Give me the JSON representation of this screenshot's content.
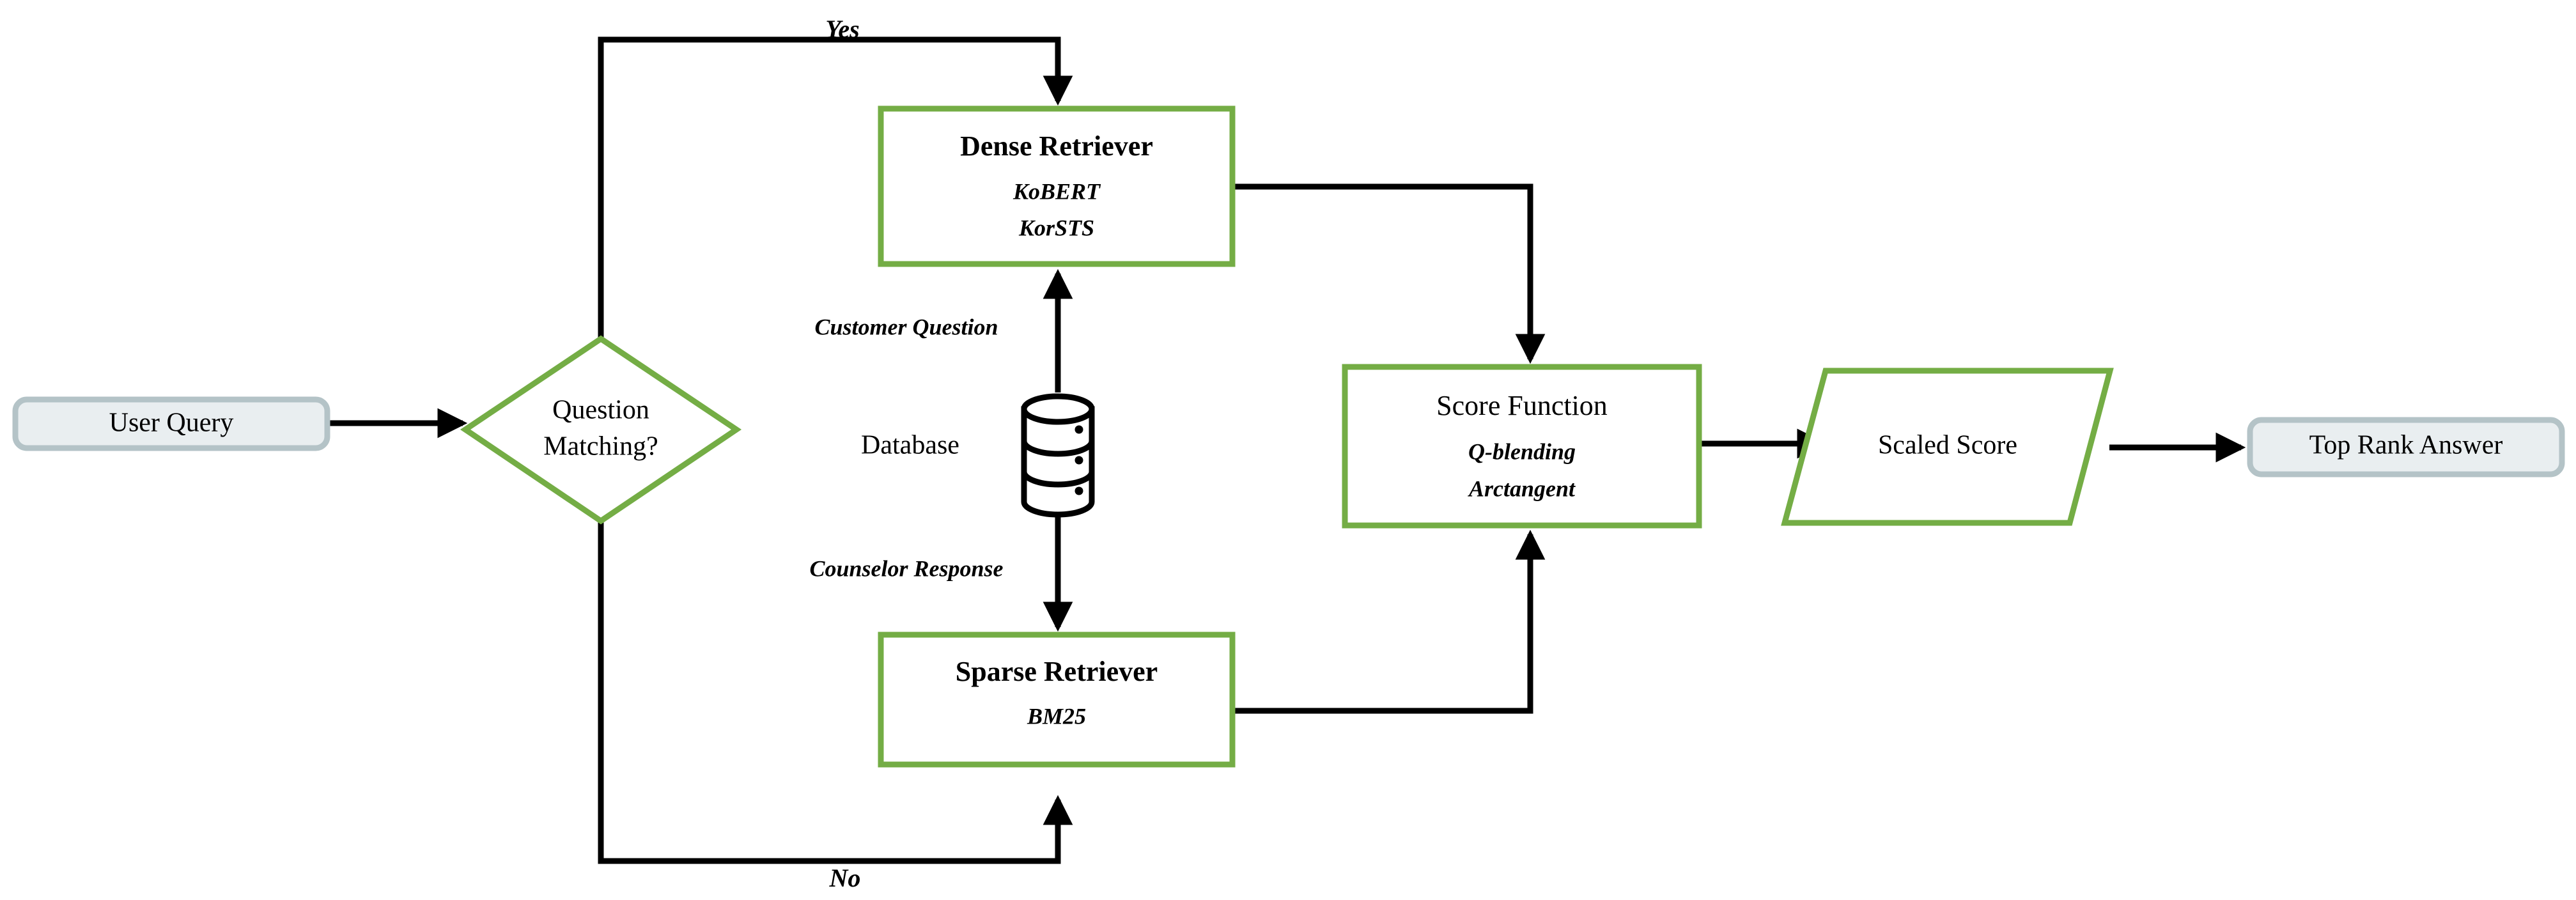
{
  "diagram": {
    "title": "Hybrid Retrieval QA Pipeline Flowchart",
    "colors": {
      "process_border": "#74ad45",
      "terminator_fill": "#e9eef0",
      "terminator_border": "#b4c3c7",
      "edge": "#000000",
      "canvas": "#ffffff"
    },
    "nodes": {
      "user_query": {
        "label": "User Query",
        "shape": "rounded-rectangle"
      },
      "question_matching": {
        "label_line1": "Question",
        "label_line2": "Matching?",
        "shape": "diamond"
      },
      "dense_retriever": {
        "title": "Dense Retriever",
        "sub1": "KoBERT",
        "sub2": "KorSTS",
        "shape": "rectangle"
      },
      "database": {
        "label": "Database",
        "shape": "cylinder"
      },
      "sparse_retriever": {
        "title": "Sparse Retriever",
        "sub1": "BM25",
        "shape": "rectangle"
      },
      "score_function": {
        "title": "Score Function",
        "sub1": "Q-blending",
        "sub2": "Arctangent",
        "shape": "rectangle"
      },
      "scaled_score": {
        "label": "Scaled Score",
        "shape": "parallelogram"
      },
      "top_rank_answer": {
        "label": "Top Rank Answer",
        "shape": "rounded-rectangle"
      }
    },
    "edge_labels": {
      "yes": "Yes",
      "no": "No",
      "customer_question": "Customer Question",
      "counselor_response": "Counselor Response"
    }
  }
}
